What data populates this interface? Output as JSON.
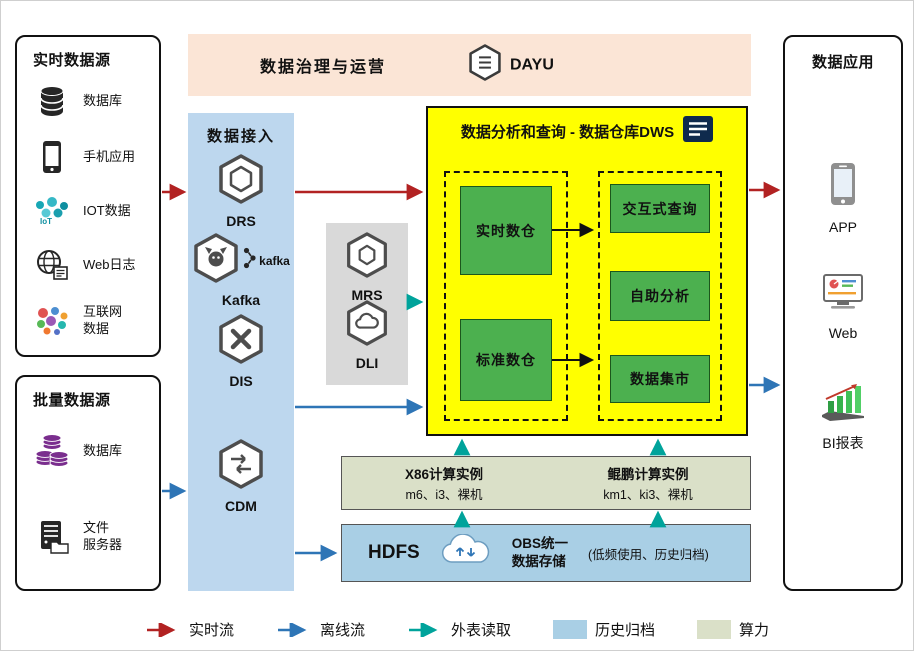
{
  "colors": {
    "realtime": "#b22222",
    "offline": "#2e75b6",
    "external": "#00a39b",
    "archive": "#a9cfe5",
    "compute": "#dae0c8",
    "ingest": "#bdd7ee",
    "banner": "#fbe5d6",
    "panel_gray": "#d9d9d9",
    "dws_yellow": "#ffff00",
    "box_green": "#4cb04f"
  },
  "realtime_sources": {
    "title": "实时数据源",
    "items": [
      {
        "label": "数据库",
        "icon": "database-icon"
      },
      {
        "label": "手机应用",
        "icon": "phone-icon"
      },
      {
        "label": "IOT数据",
        "icon": "iot-icon"
      },
      {
        "label": "Web日志",
        "icon": "web-log-icon"
      },
      {
        "label": "互联网\n数据",
        "icon": "internet-data-icon"
      }
    ]
  },
  "batch_sources": {
    "title": "批量数据源",
    "items": [
      {
        "label": "数据库",
        "icon": "purple-database-icon"
      },
      {
        "label": "文件\n服务器",
        "icon": "file-server-icon"
      }
    ]
  },
  "governance": {
    "title": "数据治理与运营",
    "product": "DAYU"
  },
  "ingestion": {
    "title": "数据接入",
    "services": [
      {
        "label": "DRS"
      },
      {
        "label": "Kafka",
        "logo_text": "kafka"
      },
      {
        "label": "DIS"
      },
      {
        "label": "CDM"
      }
    ]
  },
  "middleware": {
    "services": [
      {
        "label": "MRS"
      },
      {
        "label": "DLI"
      }
    ]
  },
  "dws": {
    "title": "数据分析和查询 - 数据仓库DWS",
    "warehouses": [
      {
        "label": "实时数仓"
      },
      {
        "label": "标准数仓"
      }
    ],
    "capabilities": [
      {
        "label": "交互式查询"
      },
      {
        "label": "自助分析"
      },
      {
        "label": "数据集市"
      }
    ]
  },
  "compute": {
    "x86": {
      "title": "X86计算实例",
      "detail": "m6、i3、裸机"
    },
    "kunpeng": {
      "title": "鲲鹏计算实例",
      "detail": "km1、ki3、裸机"
    }
  },
  "storage": {
    "hdfs": "HDFS",
    "obs_title": "OBS统一\n数据存储",
    "obs_note": "(低频使用、历史归档)"
  },
  "applications": {
    "title": "数据应用",
    "items": [
      {
        "label": "APP",
        "icon": "app-phone-icon"
      },
      {
        "label": "Web",
        "icon": "web-monitor-icon"
      },
      {
        "label": "BI报表",
        "icon": "bi-report-icon"
      }
    ]
  },
  "legend": {
    "items": [
      {
        "label": "实时流",
        "swatch": "arrow",
        "color": "#b22222"
      },
      {
        "label": "离线流",
        "swatch": "arrow",
        "color": "#2e75b6"
      },
      {
        "label": "外表读取",
        "swatch": "arrow",
        "color": "#00a39b"
      },
      {
        "label": "历史归档",
        "swatch": "square",
        "color": "#a9cfe5"
      },
      {
        "label": "算力",
        "swatch": "square",
        "color": "#dae0c8"
      }
    ]
  }
}
